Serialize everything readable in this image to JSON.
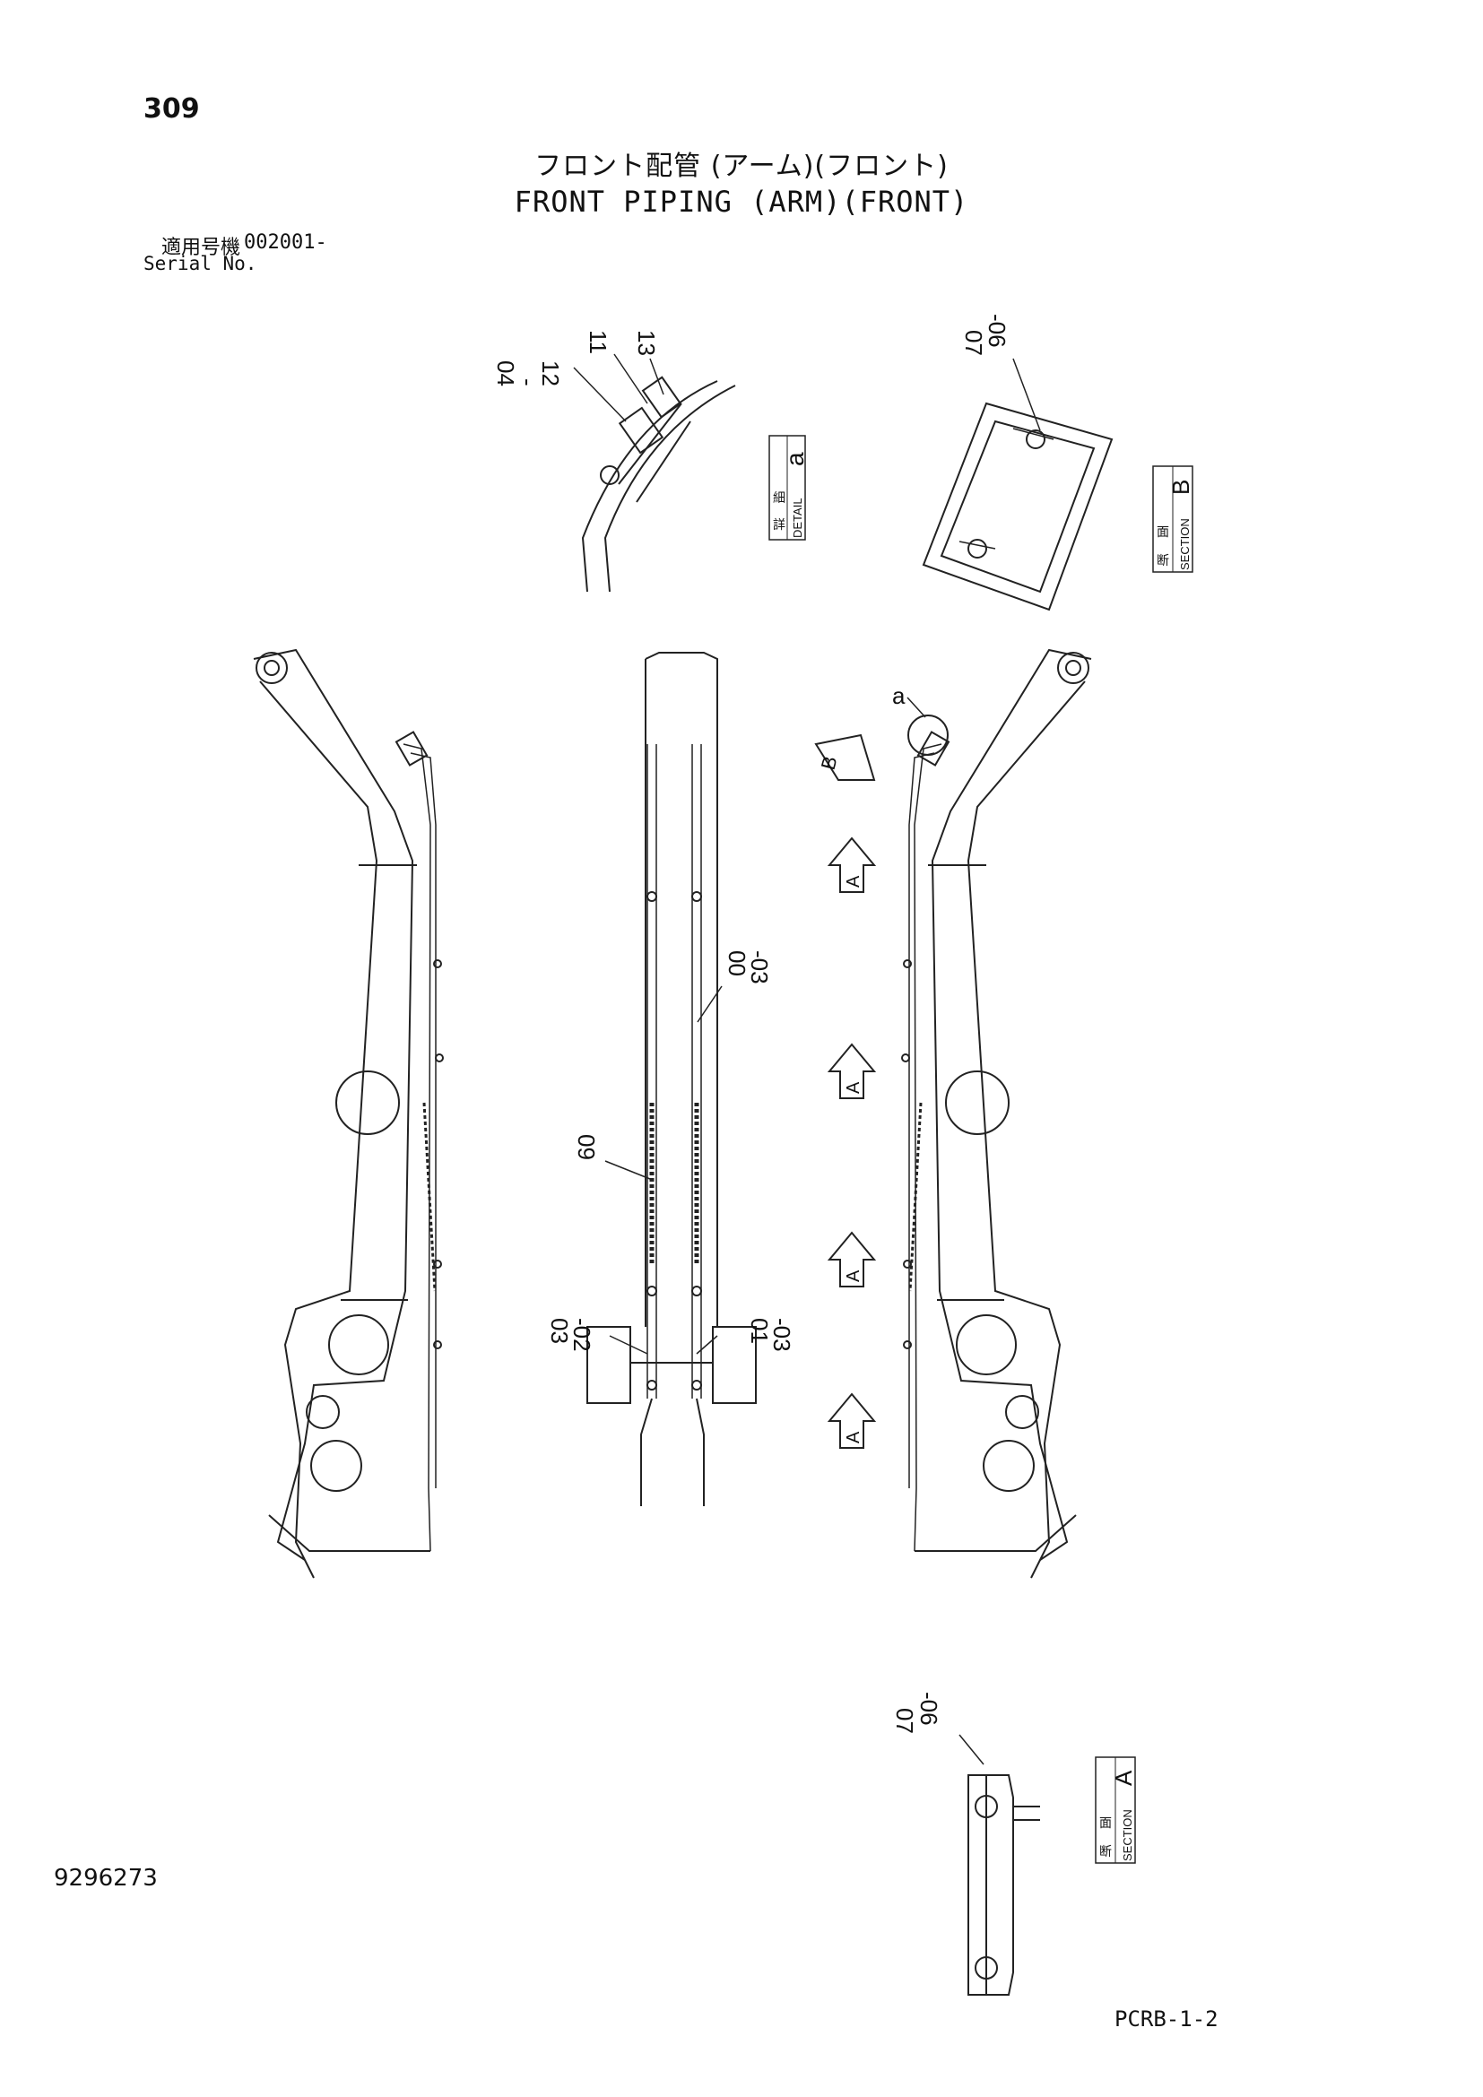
{
  "header": {
    "page_number": "309",
    "title_jp": "フロント配管 (アーム)(フロント)",
    "title_en": "FRONT PIPING (ARM)(FRONT)",
    "serial_label_jp": "適用号機",
    "serial_value": "002001-",
    "serial_label_en": "Serial No."
  },
  "footer": {
    "doc_number": "9296273",
    "code": "PCRB-1-2"
  },
  "detail_a": {
    "callouts": [
      "11",
      "13",
      "04",
      "-",
      "12"
    ],
    "label_jp_1": "詳",
    "label_jp_2": "細",
    "label_en": "DETAIL",
    "letter": "a"
  },
  "section_b": {
    "callout_1": "07",
    "callout_2": "-06",
    "label_jp_1": "断",
    "label_jp_2": "面",
    "label_en": "SECTION",
    "letter": "B"
  },
  "section_a": {
    "callout_1": "07",
    "callout_2": "-06",
    "label_jp_1": "断",
    "label_jp_2": "面",
    "label_en": "SECTION",
    "letter": "A"
  },
  "main_view": {
    "callout_a": "a",
    "view_markers": [
      "B",
      "A",
      "A",
      "A",
      "A"
    ],
    "callouts": {
      "c1_1": "00",
      "c1_2": "-03",
      "c2": "09",
      "c3_1": "03",
      "c3_2": "-02",
      "c4_1": "01",
      "c4_2": "-03"
    }
  }
}
